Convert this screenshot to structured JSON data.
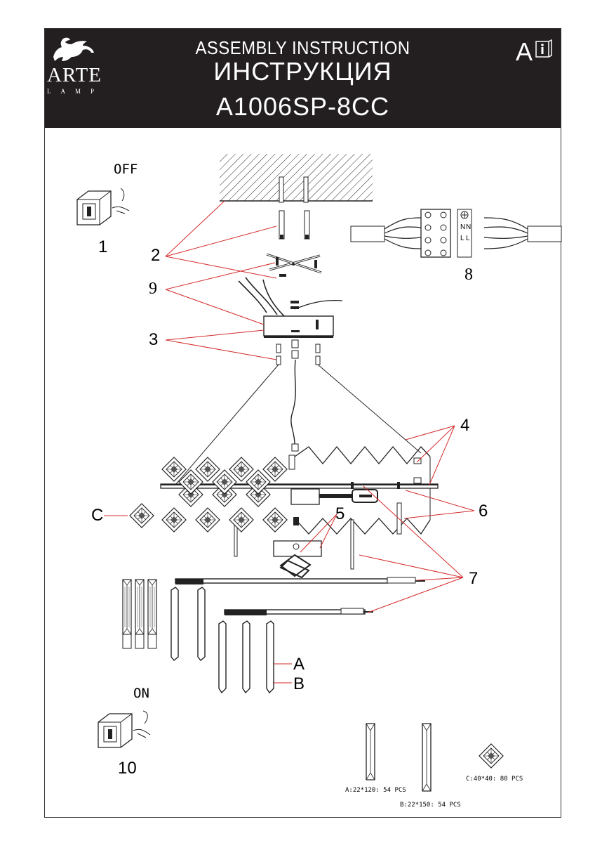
{
  "header": {
    "title_en": "ASSEMBLY INSTRUCTION",
    "title_ru": "ИНСТРУКЦИЯ",
    "model": "A1006SP-8CC",
    "logo_word": "ARTE",
    "logo_sub": "LAMP",
    "lang_letter": "A",
    "logo_icon": "griffin-icon",
    "info_icon": "info-book-icon"
  },
  "switches": {
    "off_label": "OFF",
    "on_label": "ON",
    "switch_icon": "wall-switch-icon"
  },
  "steps": {
    "s1": "1",
    "s2": "2",
    "s3": "3",
    "s4": "4",
    "s5": "5",
    "s6": "6",
    "s7": "7",
    "s8": "8",
    "s9": "9",
    "s10": "10"
  },
  "parts": {
    "a": "A",
    "b": "B",
    "c": "C"
  },
  "crystals": {
    "a_spec": "A:22*120: 54 PCS",
    "b_spec": "B:22*150: 54 PCS",
    "c_spec": "C:40*40: 80 PCS"
  },
  "terminal": {
    "n1": "N",
    "n2": "N",
    "l1": "L",
    "l2": "L"
  },
  "colors": {
    "header_bg": "#231f20",
    "leader_lines": "#d42a2a",
    "ink": "#1a1a1a"
  }
}
